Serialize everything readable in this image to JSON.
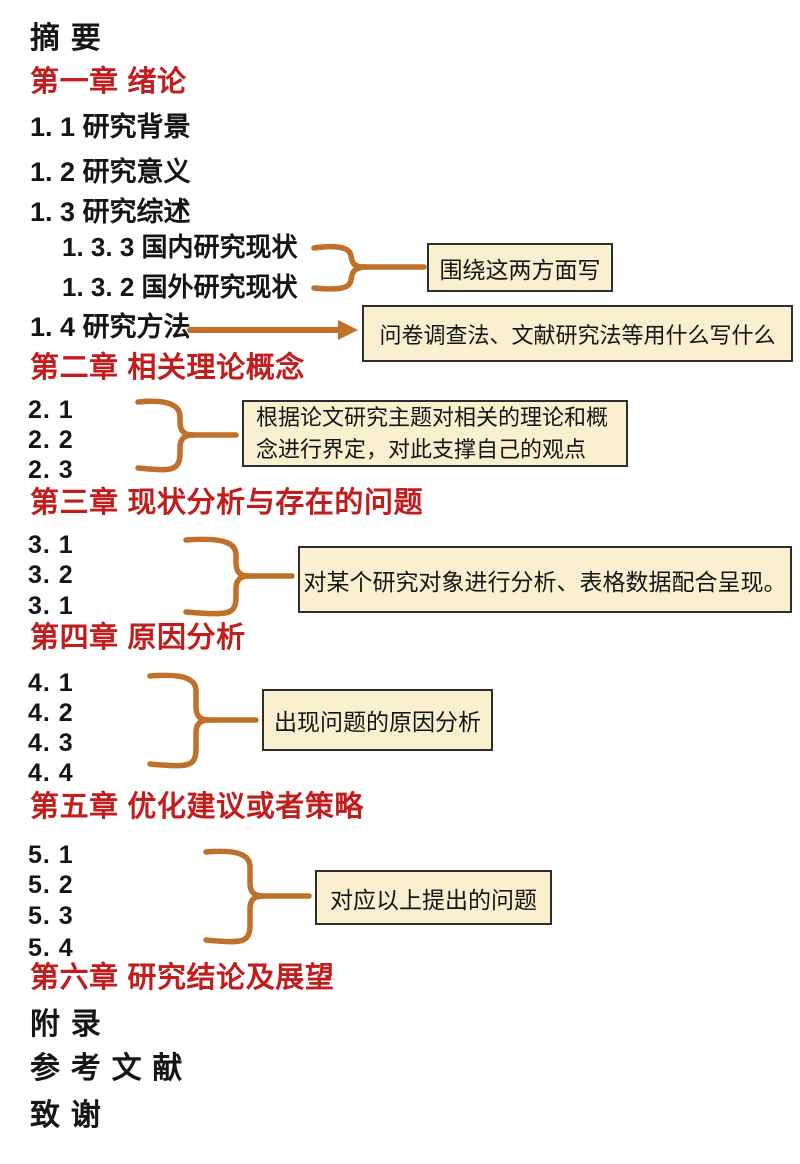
{
  "page": {
    "title": "论文大纲批注图",
    "background": "#ffffff"
  },
  "colors": {
    "chapter_red": "#c21d1d",
    "body_black": "#151515",
    "connector_orange": "#c0702a",
    "note_background": "#faefcf",
    "note_border": "#2e2e2e"
  },
  "outline": {
    "items": [
      {
        "id": "abstract",
        "type": "front-matter",
        "text": "摘要"
      },
      {
        "id": "ch1",
        "type": "chapter",
        "text": "第一章 绪论"
      },
      {
        "id": "s1-1",
        "type": "section",
        "text": "1. 1 研究背景"
      },
      {
        "id": "s1-2",
        "type": "section",
        "text": "1. 2 研究意义"
      },
      {
        "id": "s1-3",
        "type": "section",
        "text": "1. 3 研究综述"
      },
      {
        "id": "s1-3-3",
        "type": "subsection",
        "text": "1. 3. 3  国内研究现状"
      },
      {
        "id": "s1-3-2",
        "type": "subsection",
        "text": "1. 3. 2  国外研究现状"
      },
      {
        "id": "s1-4",
        "type": "section",
        "text": "1. 4  研究方法"
      },
      {
        "id": "ch2",
        "type": "chapter",
        "text": "第二章 相关理论概念"
      },
      {
        "id": "s2-1",
        "type": "number",
        "text": "2. 1"
      },
      {
        "id": "s2-2",
        "type": "number",
        "text": "2. 2"
      },
      {
        "id": "s2-3",
        "type": "number",
        "text": "2. 3"
      },
      {
        "id": "ch3",
        "type": "chapter",
        "text": "第三章 现状分析与存在的问题"
      },
      {
        "id": "s3-1",
        "type": "number",
        "text": "3. 1"
      },
      {
        "id": "s3-2",
        "type": "number",
        "text": "3. 2"
      },
      {
        "id": "s3-1b",
        "type": "number",
        "text": "3. 1"
      },
      {
        "id": "ch4",
        "type": "chapter",
        "text": "第四章 原因分析"
      },
      {
        "id": "s4-1",
        "type": "number",
        "text": "4. 1"
      },
      {
        "id": "s4-2",
        "type": "number",
        "text": "4. 2"
      },
      {
        "id": "s4-3",
        "type": "number",
        "text": "4. 3"
      },
      {
        "id": "s4-4",
        "type": "number",
        "text": "4. 4"
      },
      {
        "id": "ch5",
        "type": "chapter",
        "text": "第五章 优化建议或者策略"
      },
      {
        "id": "s5-1",
        "type": "number",
        "text": "5. 1"
      },
      {
        "id": "s5-2",
        "type": "number",
        "text": "5. 2"
      },
      {
        "id": "s5-3",
        "type": "number",
        "text": "5. 3"
      },
      {
        "id": "s5-4",
        "type": "number",
        "text": "5. 4"
      },
      {
        "id": "ch6",
        "type": "chapter",
        "text": "第六章 研究结论及展望"
      },
      {
        "id": "appendix",
        "type": "front-matter",
        "text": "附录"
      },
      {
        "id": "references",
        "type": "front-matter",
        "text": "参考文献"
      },
      {
        "id": "thanks",
        "type": "front-matter",
        "text": "致谢"
      }
    ]
  },
  "notes": [
    {
      "id": "note-research-status",
      "text": "围绕这两方面写"
    },
    {
      "id": "note-methods",
      "text": "问卷调查法、文献研究法等用什么写什么"
    },
    {
      "id": "note-theory",
      "text": "根据论文研究主题对相关的理论和概念进行界定，对此支撑自己的观点"
    },
    {
      "id": "note-analysis",
      "text": "对某个研究对象进行分析、表格数据配合呈现。"
    },
    {
      "id": "note-causes",
      "text": "出现问题的原因分析"
    },
    {
      "id": "note-solutions",
      "text": "对应以上提出的问题"
    }
  ],
  "connectors": [
    {
      "id": "bracket-1-3-group",
      "kind": "bracket",
      "links": "1.3.3 / 1.3.2 → 围绕这两方面写"
    },
    {
      "id": "arrow-1-4",
      "kind": "arrow",
      "links": "1.4 研究方法 → 问卷调查法…"
    },
    {
      "id": "brace-ch2-group",
      "kind": "brace",
      "links": "2.1–2.3 → 根据论文研究主题…"
    },
    {
      "id": "brace-ch3-group",
      "kind": "brace",
      "links": "3.1–3.1 → 对某个研究对象…"
    },
    {
      "id": "brace-ch4-group",
      "kind": "brace",
      "links": "4.1–4.4 → 出现问题的原因分析"
    },
    {
      "id": "brace-ch5-group",
      "kind": "brace",
      "links": "5.1–5.4 → 对应以上提出的问题"
    }
  ]
}
